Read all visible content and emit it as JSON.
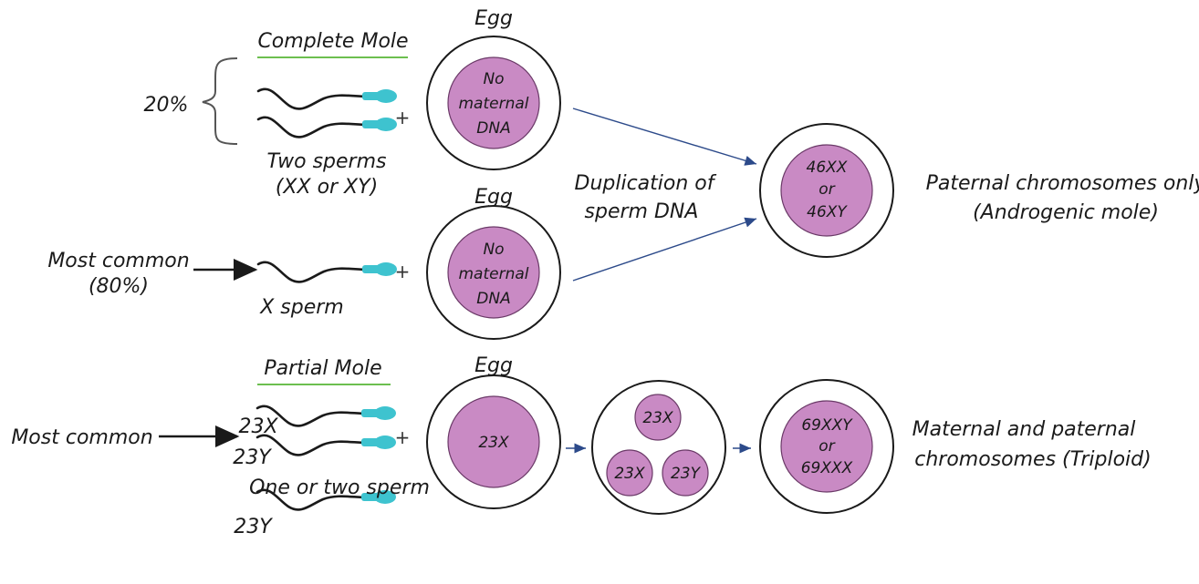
{
  "complete_mole": {
    "title": "Complete Mole",
    "twenty_pct": "20%",
    "two_sperms_line1": "Two sperms",
    "two_sperms_line2": "(XX or XY)",
    "egg_label_1": "Egg",
    "egg1_line1": "No",
    "egg1_line2": "maternal",
    "egg1_line3": "DNA",
    "most_common_line1": "Most common",
    "most_common_line2": "(80%)",
    "x_sperm": "X sperm",
    "egg_label_2": "Egg",
    "egg2_line1": "No",
    "egg2_line2": "maternal",
    "egg2_line3": "DNA",
    "duplication_line1": "Duplication of",
    "duplication_line2": "sperm DNA",
    "result_line1": "46XX",
    "result_line2": "or",
    "result_line3": "46XY",
    "outcome_line1": "Paternal chromosomes only",
    "outcome_line2": "(Androgenic mole)"
  },
  "partial_mole": {
    "title": "Partial Mole",
    "most_common": "Most common",
    "sperm1": "23X",
    "sperm2": "23Y",
    "sperm3": "23Y",
    "one_or_two": "One or two sperm",
    "egg_label": "Egg",
    "egg_content": "23X",
    "split_top": "23X",
    "split_left": "23X",
    "split_right": "23Y",
    "result_line1": "69XXY",
    "result_line2": "or",
    "result_line3": "69XXX",
    "outcome_line1": "Maternal and paternal",
    "outcome_line2": "chromosomes (Triploid)"
  },
  "plus_sign": "+",
  "colors": {
    "nucleus": "#c98ac4",
    "sperm_head": "#3ec3cf",
    "arrow_blue": "#2c4a8a",
    "underline_green": "#6cbf4f"
  }
}
